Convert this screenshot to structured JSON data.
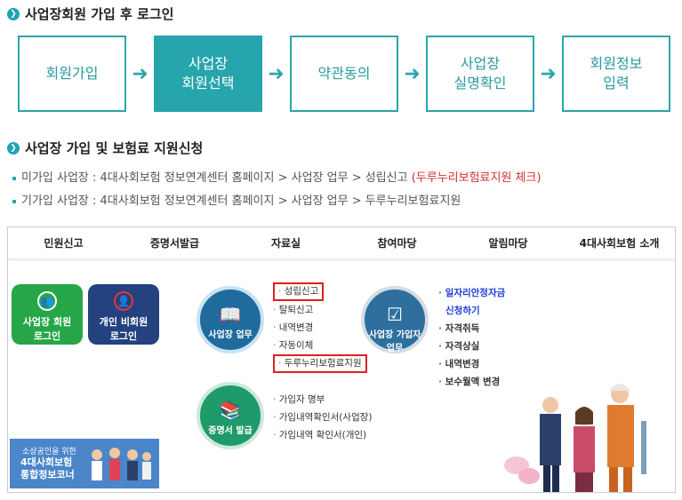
{
  "section1": {
    "title": "사업장회원 가입 후 로그인"
  },
  "steps": [
    {
      "label": "회원가입"
    },
    {
      "label": "사업장\n회원선택"
    },
    {
      "label": "약관동의"
    },
    {
      "label": "사업장\n실명확인"
    },
    {
      "label": "회원정보\n입력"
    }
  ],
  "arrows": [
    "➜",
    "➜",
    "➜",
    "➜"
  ],
  "section2": {
    "title": "사업장 가입 및 보험료 지원신청"
  },
  "bullets": [
    {
      "text": "미가입 사업장 : 4대사회보험 정보연계센터 홈페이지 > 사업장 업무 > 성립신고 ",
      "highlight": "(두루누리보험료지원 체크)"
    },
    {
      "text": "기가입 사업장 : 4대사회보험 정보연계센터 홈페이지 > 사업장 업무 > 두루누리보험료지원",
      "highlight": ""
    }
  ],
  "gnb": [
    "민원신고",
    "증명서발급",
    "자료실",
    "참여마당",
    "알림마당",
    "4대사회보험 소개"
  ],
  "login": {
    "business": "사업장 회원\n로그인",
    "personal": "개인 비회원\n로그인"
  },
  "banner": {
    "line1": "소상공인을 위한",
    "line2": "4대사회보험\n통합정보코너"
  },
  "circles": {
    "business": "사업장 업무",
    "subscriber": "사업장 가입자\n업무",
    "certificate": "증명서 발급"
  },
  "menu_business": [
    "성립신고",
    "탈퇴신고",
    "내역변경",
    "자동이체",
    "두루누리보험료지원"
  ],
  "menu_subscriber": [
    "일자리안정자금",
    "신청하기",
    "자격취득",
    "자격상실",
    "내역변경",
    "보수월액 변경"
  ],
  "menu_certificate": [
    "가입자 명부",
    "가입내역확인서(사업장)",
    "가입내역 확인서(개인)"
  ],
  "colors": {
    "teal": "#27a5ac",
    "red": "#d0312d",
    "box_red": "#e02020",
    "navy": "#23427e",
    "green": "#27a649"
  }
}
